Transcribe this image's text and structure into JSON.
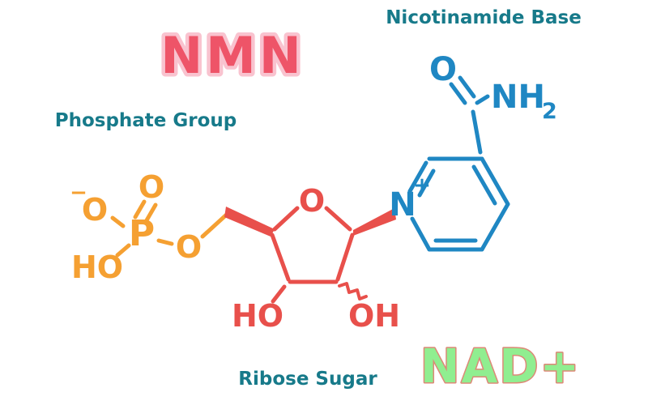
{
  "titles": {
    "nmn": "NMN",
    "nad_plus": "NAD+"
  },
  "labels": {
    "nicotinamide_base": "Nicotinamide Base",
    "phosphate_group": "Phosphate Group",
    "ribose_sugar": "Ribose Sugar"
  },
  "atoms": {
    "phosphate": {
      "p": "P",
      "double_bond_o": "O",
      "minus_o": "O",
      "minus_sign": "−",
      "ho": "HO",
      "bridge_o": "O"
    },
    "ribose": {
      "ring_o": "O",
      "ho": "HO",
      "oh": "OH"
    },
    "nicotinamide": {
      "n": "N",
      "plus_sign": "+",
      "carbonyl_o": "O",
      "amide_nh": "NH",
      "amide_subscript": "2"
    }
  },
  "colors": {
    "teal": "#177a8a",
    "orange": "#f5a032",
    "red": "#e8504b",
    "blue": "#1f87c3",
    "nmn_fill": "#ee5468",
    "nmn_outline": "#f9c3cf",
    "nad_fill": "#90ee90",
    "nad_outline": "#dd8877",
    "background": "#ffffff"
  }
}
